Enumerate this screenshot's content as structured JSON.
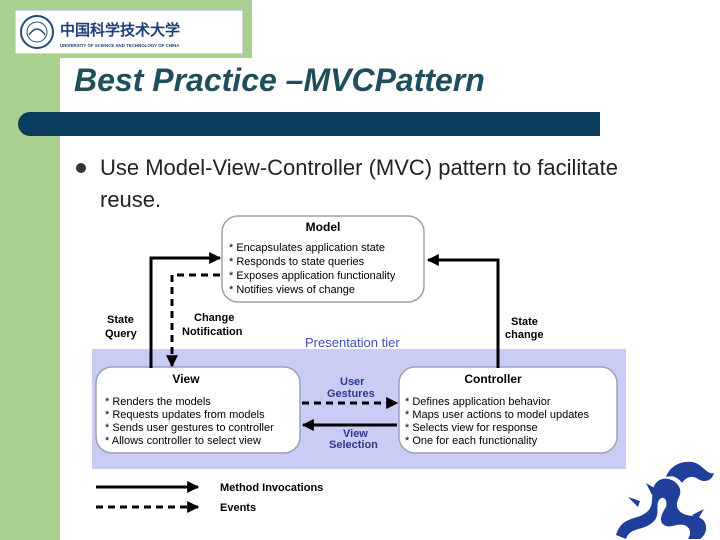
{
  "header": {
    "logo_cn": "中国科学技术大学",
    "logo_en": "UNIVERSITY OF SCIENCE AND TECHNOLOGY OF CHINA"
  },
  "slide": {
    "title": "Best Practice –MVCPattern",
    "bullet": "Use Model-View-Controller (MVC) pattern to facilitate reuse."
  },
  "diagram": {
    "tier_label": "Presentation tier",
    "model": {
      "title": "Model",
      "items": [
        "* Encapsulates application state",
        "* Responds to state queries",
        "* Exposes application functionality",
        "* Notifies views of change"
      ]
    },
    "view": {
      "title": "View",
      "items": [
        "* Renders the models",
        "* Requests updates from models",
        "* Sends user gestures to controller",
        "* Allows controller to select view"
      ]
    },
    "controller": {
      "title": "Controller",
      "items": [
        "* Defines application behavior",
        "* Maps user actions to model updates",
        "* Selects view for response",
        "* One for each functionality"
      ]
    },
    "labels": {
      "state_query_1": "State",
      "state_query_2": "Query",
      "change_notification_1": "Change",
      "change_notification_2": "Notification",
      "state_change_1": "State",
      "state_change_2": "change",
      "user_gestures_1": "User",
      "user_gestures_2": "Gestures",
      "view_selection_1": "View",
      "view_selection_2": "Selection"
    },
    "legend": {
      "method": "Method Invocations",
      "events": "Events"
    },
    "colors": {
      "tier_fill": "#c9ccf4",
      "tier_text": "#3c4fb4",
      "accent": "#0b3d5c",
      "band": "#a9d08e"
    }
  }
}
